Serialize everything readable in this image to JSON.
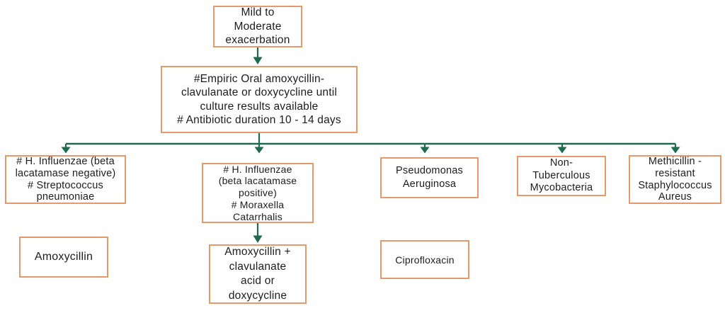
{
  "colors": {
    "background": "#ffffff",
    "box_border": "#e69a6b",
    "box_bg": "#ffffff",
    "connector": "#1e6b4f",
    "text": "#1d1d1d"
  },
  "nodes": {
    "mild_moderate": {
      "text": "Mild to\nModerate\nexacerbation"
    },
    "empiric_treatment": {
      "text": "#Empiric Oral amoxycillin-\nclavulanate or doxycycline until\nculture results available\n# Antibiotic duration 10 - 14 days"
    },
    "h_influenzae_negative": {
      "text": "# H. Influenzae (beta\nlacatamase negative)\n# Streptococcus\npneumoniae"
    },
    "h_influenzae_positive": {
      "text": "# H. Influenzae\n(beta lacatamase\npositive)\n# Moraxella\nCatarrhalis"
    },
    "pseudomonas": {
      "text": "Pseudomonas\nAeruginosa"
    },
    "non_tuberculous": {
      "text": "Non-\nTuberculous\nMycobacteria"
    },
    "mrsa": {
      "text": "Methicillin -\nresistant\nStaphylococcus\nAureus"
    },
    "amoxycillin": {
      "text": "Amoxycillin"
    },
    "amox_clavulanate": {
      "text": "Amoxycillin +\nclavulanate\nacid or\ndoxycycline"
    },
    "ciprofloxacin": {
      "text": "Ciprofloxacin"
    }
  }
}
